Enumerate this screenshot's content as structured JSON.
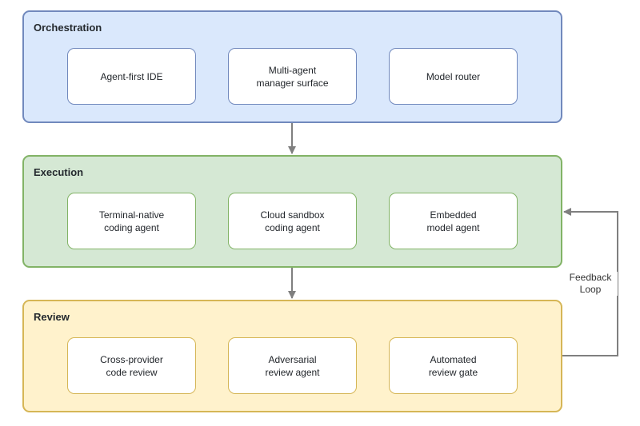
{
  "layers": [
    {
      "title": "Orchestration",
      "nodes": [
        "Agent-first IDE",
        "Multi-agent\nmanager surface",
        "Model router"
      ]
    },
    {
      "title": "Execution",
      "nodes": [
        "Terminal-native\ncoding agent",
        "Cloud sandbox\ncoding agent",
        "Embedded\nmodel agent"
      ]
    },
    {
      "title": "Review",
      "nodes": [
        "Cross-provider\ncode review",
        "Adversarial\nreview agent",
        "Automated\nreview gate"
      ]
    }
  ],
  "feedback_loop": {
    "label": "Feedback\nLoop"
  },
  "colors": {
    "orchestration_fill": "#dae8fc",
    "orchestration_stroke": "#7189bd",
    "execution_fill": "#d5e8d4",
    "execution_stroke": "#82b366",
    "review_fill": "#fff2cc",
    "review_stroke": "#d6b656",
    "connector": "#7f7f7f"
  }
}
